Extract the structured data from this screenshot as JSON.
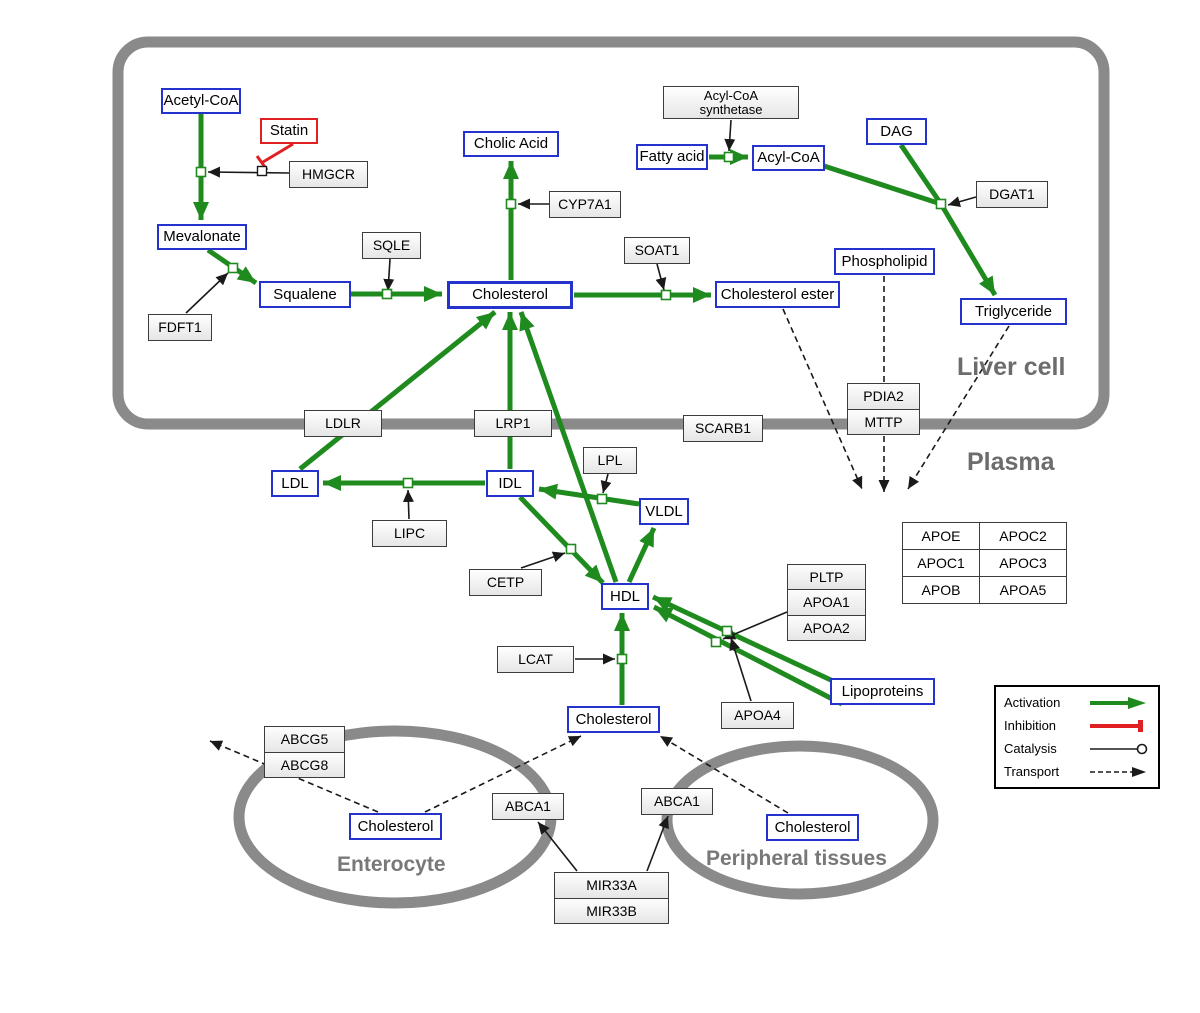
{
  "labels": {
    "liver_cell": "Liver cell",
    "plasma": "Plasma",
    "enterocyte": "Enterocyte",
    "peripheral_tissues": "Peripheral tissues"
  },
  "nodes": {
    "acetyl_coa": "Acetyl-CoA",
    "statin": "Statin",
    "hmgcr": "HMGCR",
    "mevalonate": "Mevalonate",
    "fdft1": "FDFT1",
    "squalene": "Squalene",
    "sqle": "SQLE",
    "cholesterol_liver": "Cholesterol",
    "cholic_acid": "Cholic Acid",
    "cyp7a1": "CYP7A1",
    "soat1": "SOAT1",
    "cholesterol_ester": "Cholesterol ester",
    "acyl_coa_synthetase_1": "Acyl-CoA",
    "acyl_coa_synthetase_2": "synthetase",
    "fatty_acid": "Fatty acid",
    "acyl_coa": "Acyl-CoA",
    "dag": "DAG",
    "dgat1": "DGAT1",
    "phospholipid": "Phospholipid",
    "triglyceride": "Triglyceride",
    "pdia2": "PDIA2",
    "mttp": "MTTP",
    "ldlr": "LDLR",
    "lrp1": "LRP1",
    "scarb1": "SCARB1",
    "ldl": "LDL",
    "idl": "IDL",
    "vldl": "VLDL",
    "lpl": "LPL",
    "lipc": "LIPC",
    "cetp": "CETP",
    "hdl": "HDL",
    "lcat": "LCAT",
    "pltp": "PLTP",
    "apoa1": "APOA1",
    "apoa2": "APOA2",
    "apoa4": "APOA4",
    "lipoproteins": "Lipoproteins",
    "cholesterol_plasma": "Cholesterol",
    "cholesterol_enterocyte": "Cholesterol",
    "cholesterol_peripheral": "Cholesterol",
    "abcg5": "ABCG5",
    "abcg8": "ABCG8",
    "abca1_left": "ABCA1",
    "abca1_right": "ABCA1",
    "mir33a": "MIR33A",
    "mir33b": "MIR33B"
  },
  "apo": {
    "rows": [
      [
        "APOE",
        "APOC2"
      ],
      [
        "APOC1",
        "APOC3"
      ],
      [
        "APOB",
        "APOA5"
      ]
    ]
  },
  "legend": {
    "activation": "Activation",
    "inhibition": "Inhibition",
    "catalysis": "Catalysis",
    "transport": "Transport"
  },
  "colors": {
    "activation": "#1f8b1f",
    "inhibition": "#e02020",
    "metabolite": "#2433cc",
    "membrane": "#8a8a8a"
  }
}
